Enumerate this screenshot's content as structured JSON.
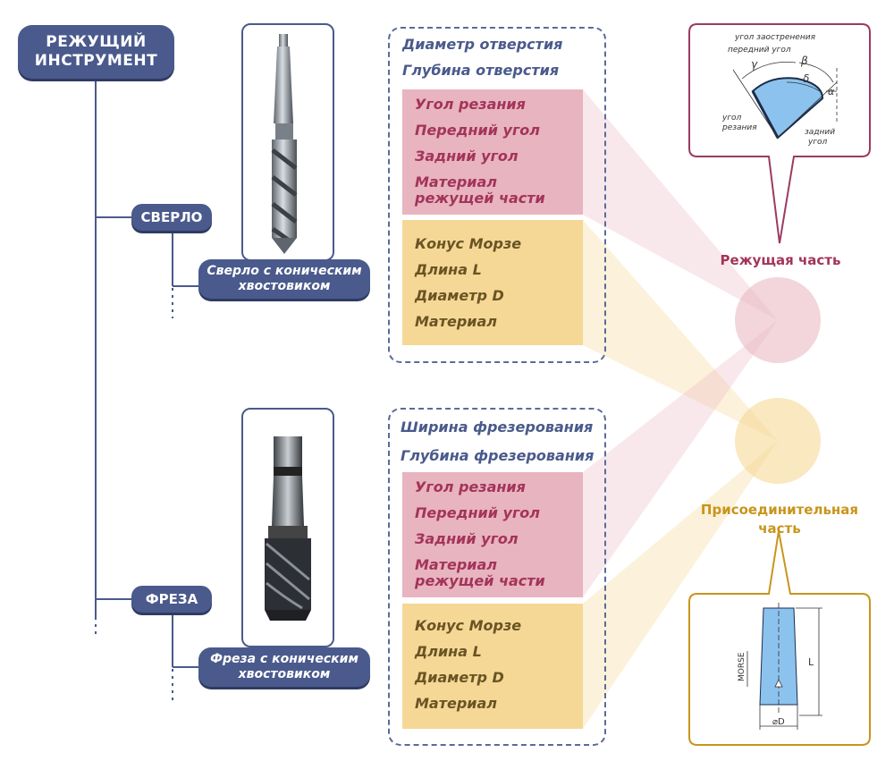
{
  "root": {
    "label_line1": "РЕЖУЩИЙ",
    "label_line2": "ИНСТРУМЕНТ"
  },
  "categories": [
    {
      "label": "СВЕРЛО",
      "item_line1": "Сверло с коническим",
      "item_line2": "хвостовиком",
      "params": [
        "Диаметр отверстия",
        "Глубина отверстия"
      ],
      "cutting": [
        "Угол резания",
        "Передний угол",
        "Задний угол",
        "Материал",
        "режущей части"
      ],
      "connecting": [
        "Конус Морзе",
        "Длина L",
        "Диаметр D",
        "Материал"
      ]
    },
    {
      "label": "ФРЕЗА",
      "item_line1": "Фреза с коническим",
      "item_line2": "хвостовиком",
      "params": [
        "Ширина фрезерования",
        "Глубина фрезерования"
      ],
      "cutting": [
        "Угол резания",
        "Передний угол",
        "Задний угол",
        "Материал",
        "режущей части"
      ],
      "connecting": [
        "Конус Морзе",
        "Длина L",
        "Диаметр D",
        "Материал"
      ]
    }
  ],
  "parts": {
    "cutting_label": "Режущая часть",
    "connecting_line1": "Присоединительная",
    "connecting_line2": "часть"
  },
  "angle_diagram": {
    "sharpening": "угол заостренения",
    "rake": "передний угол",
    "cutting_line1": "угол",
    "cutting_line2": "резания",
    "clearance_line1": "задний",
    "clearance_line2": "угол",
    "gamma": "γ",
    "beta": "β",
    "delta": "δ",
    "alpha": "α"
  },
  "taper_diagram": {
    "morse": "MORSE",
    "length": "L",
    "diameter": "⌀D"
  },
  "colors": {
    "navy": "#4a5a8c",
    "pink": "#e8b4bf",
    "yellow": "#f5d896",
    "pink_text": "#a3345a",
    "gold_text": "#c8951c"
  }
}
